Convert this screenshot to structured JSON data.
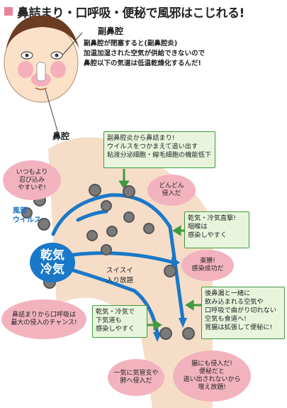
{
  "title": "鼻詰まり・口呼吸・便秘で風邪はこじれる!",
  "labels": {
    "fukubikuu": "副鼻腔",
    "fukubikuu_desc": [
      "副鼻腔が閉塞すると(副鼻腔炎)",
      "加温加湿された空気が供給できないので",
      "鼻腔以下の気道は低温乾燥化するんだ!"
    ],
    "bikuu": "鼻腔",
    "virus": [
      "風邪",
      "ウイルス"
    ],
    "kanki": [
      "乾気",
      "冷気"
    ]
  },
  "green_boxes": {
    "nasal": [
      "副鼻腔炎から鼻詰まり!",
      "ウイルスをつかまえて追い出す",
      "粘液分泌細胞・線毛細胞の機能低下"
    ],
    "throat": [
      "乾気・冷気直撃!",
      "咽喉は",
      "感染しやすく"
    ],
    "lower": [
      "乾気・冷気で",
      "下気道も",
      "感染しやすく"
    ],
    "stomach": [
      "後鼻漏と一緒に",
      "飲み込まれる空気や",
      "口呼吸で曲がり切れない",
      "空気も食道へ!",
      "胃腸は拡張して便秘に!"
    ]
  },
  "pink_clouds": {
    "sneak": [
      "いつもより",
      "忍び込み",
      "やすいぞ!"
    ],
    "dondon": [
      "どんどん",
      "侵入だ"
    ],
    "easy": [
      "楽勝!",
      "感染成功だ"
    ],
    "main_route": [
      "鼻詰まりから口呼吸は",
      "最大の侵入のチャンス!"
    ],
    "lung": [
      "一気に気管支や",
      "肺へ侵入だ"
    ],
    "gut": [
      "腸にも侵入だ!",
      "便秘だと",
      "追い出されないから",
      "増え放題!"
    ]
  },
  "plain_text": {
    "suisui": [
      "スイスイ",
      "入り放題"
    ]
  },
  "colors": {
    "accent_pink": "#e8849a",
    "green_border": "#3d9a3d",
    "green_fill": "#e8f5dc",
    "cloud_pink": "#f2b3bf",
    "airflow_blue": "#1a78c8",
    "airway_bg": "#f6ddc7",
    "skin": "#fbe1c8"
  }
}
